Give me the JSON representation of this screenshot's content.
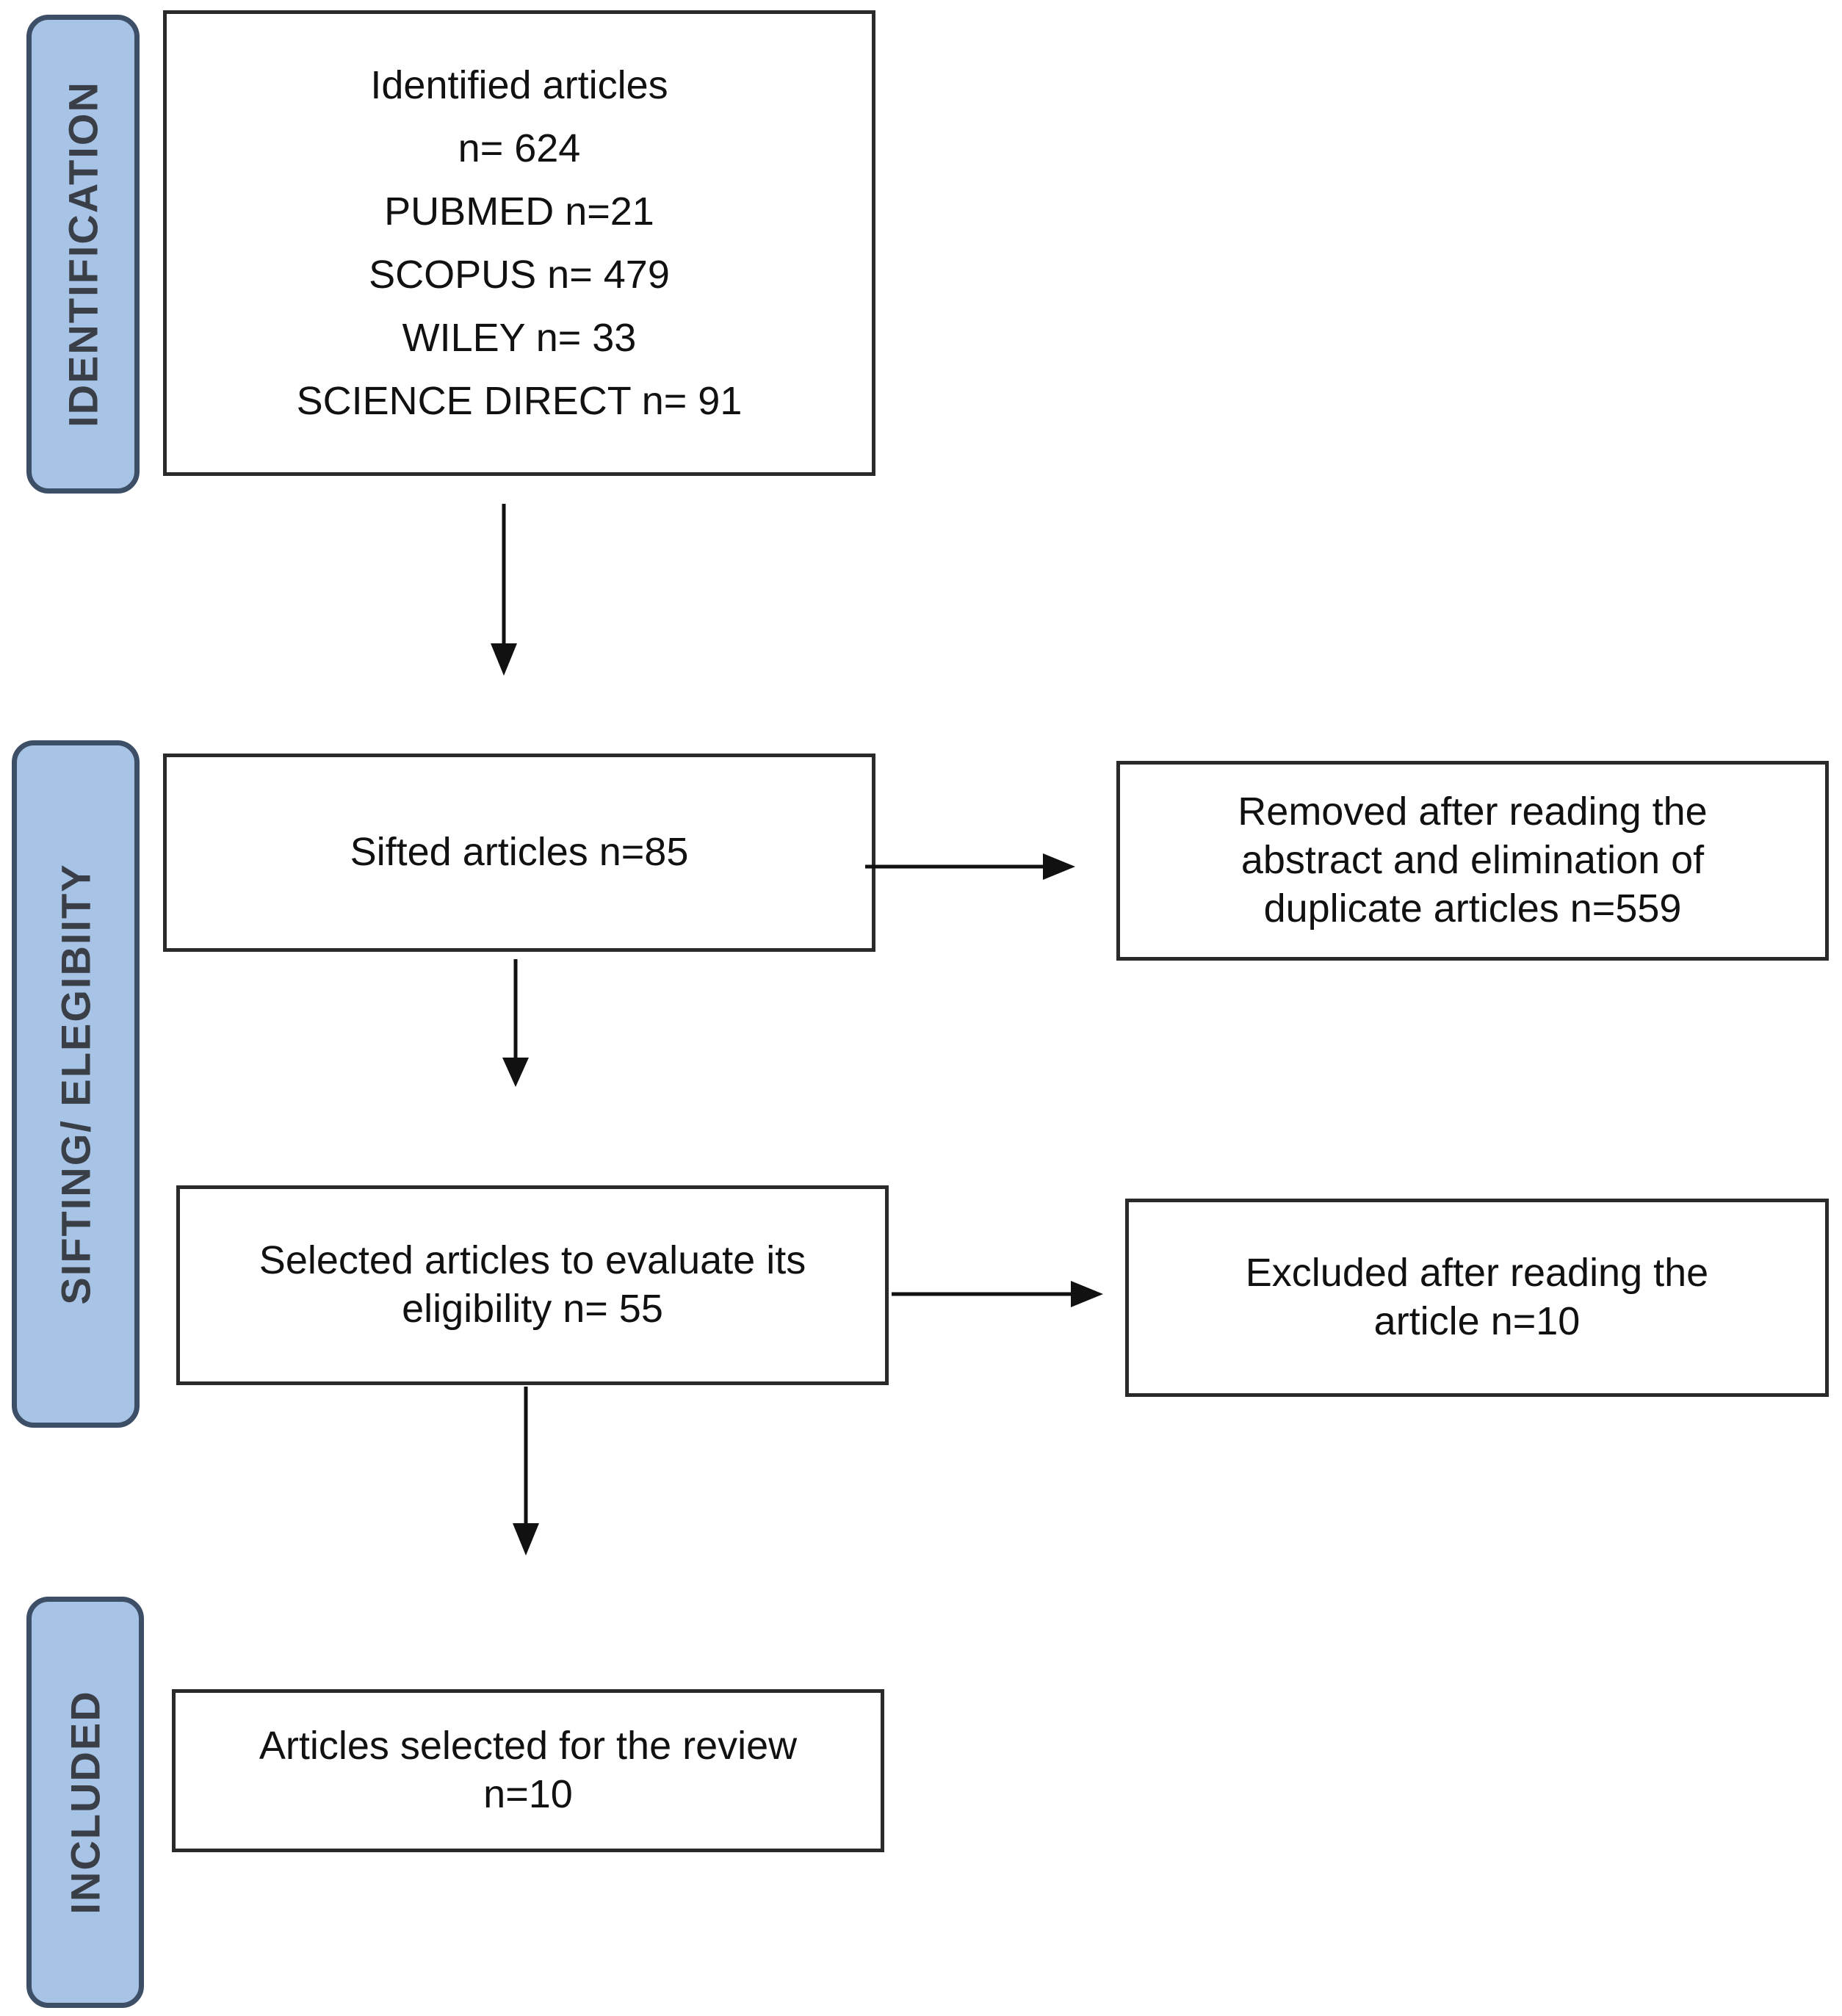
{
  "stages": {
    "identification": "IDENTIFICATION",
    "sifting": "SIFTING/ ELEGIBIITY",
    "included": "INCLUDED"
  },
  "boxes": {
    "identified": {
      "lines": [
        "Identified articles",
        "n= 624",
        "PUBMED n=21",
        "SCOPUS n= 479",
        "WILEY n= 33",
        "SCIENCE DIRECT n= 91"
      ]
    },
    "sifted": {
      "lines": [
        "Sifted articles n=85"
      ]
    },
    "removed": {
      "lines": [
        "Removed after reading the",
        "abstract and elimination of",
        "duplicate articles n=559"
      ]
    },
    "selected": {
      "lines": [
        "Selected articles to evaluate its",
        "eligibility n= 55"
      ]
    },
    "excluded": {
      "lines": [
        "Excluded after reading the",
        "article n=10"
      ]
    },
    "review": {
      "lines": [
        "Articles selected for the review",
        "n=10"
      ]
    }
  },
  "colors": {
    "stage_fill": "#a7c3e6",
    "stage_border": "#3d4f66",
    "box_border": "#2a2a2a",
    "arrow": "#111111"
  }
}
